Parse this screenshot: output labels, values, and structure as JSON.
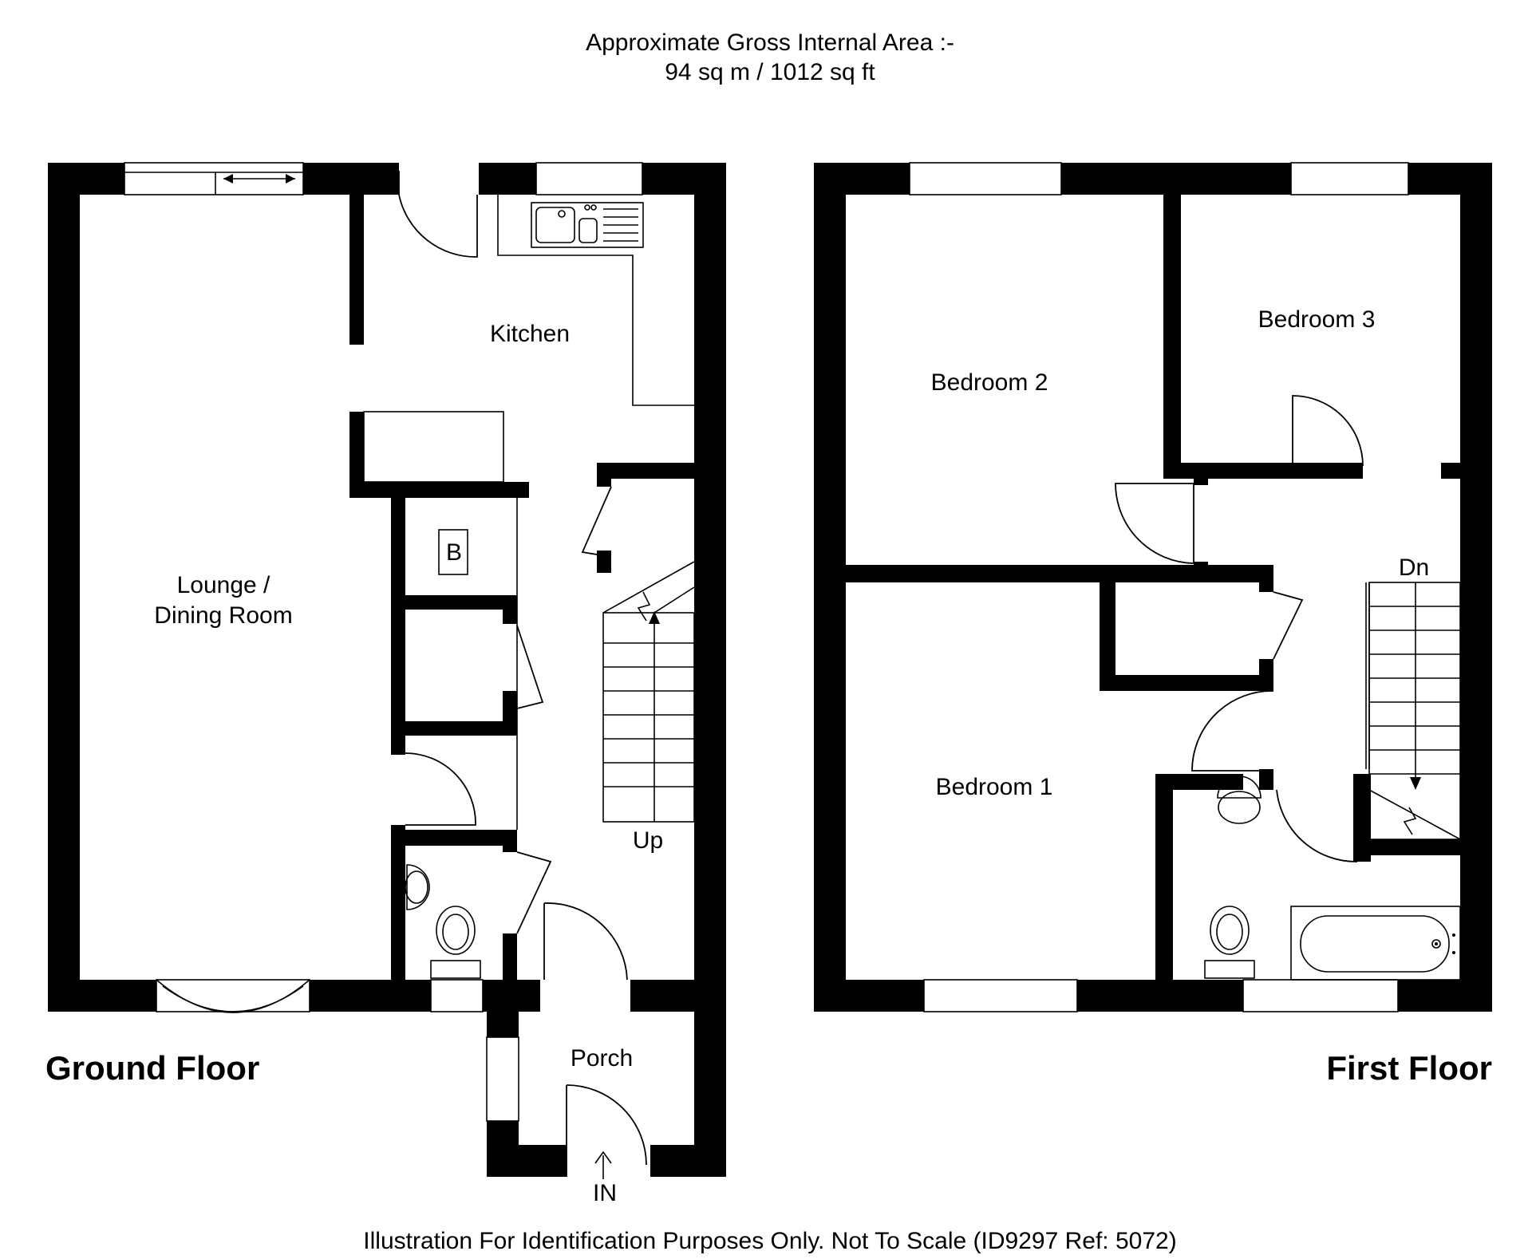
{
  "header": {
    "area_title": "Approximate Gross Internal Area :-",
    "area_value": "94 sq m / 1012 sq ft"
  },
  "ground_floor": {
    "title": "Ground Floor",
    "rooms": {
      "kitchen": "Kitchen",
      "lounge_line1": "Lounge /",
      "lounge_line2": "Dining Room",
      "porch": "Porch",
      "boiler": "B"
    },
    "stairs_label": "Up",
    "entrance_label": "IN"
  },
  "first_floor": {
    "title": "First Floor",
    "rooms": {
      "bedroom1": "Bedroom 1",
      "bedroom2": "Bedroom 2",
      "bedroom3": "Bedroom 3"
    },
    "stairs_label": "Dn"
  },
  "footer": {
    "disclaimer": "Illustration For Identification Purposes Only. Not To Scale (ID9297 Ref: 5072)"
  }
}
